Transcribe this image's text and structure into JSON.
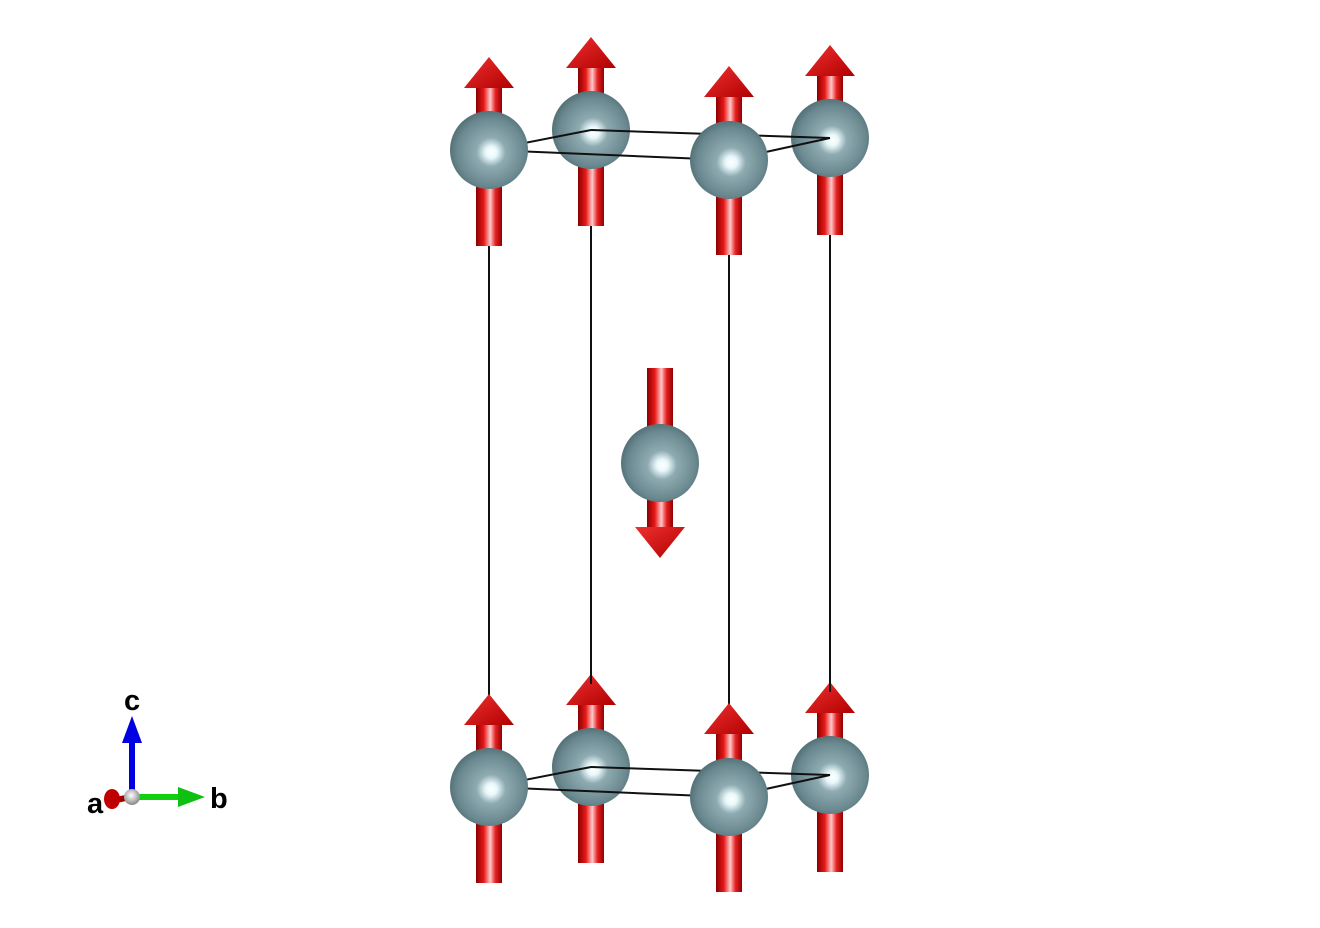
{
  "axes": {
    "a_label": "a",
    "b_label": "b",
    "c_label": "c"
  },
  "colors": {
    "atom": "#6f8f96",
    "spin_arrow": "#e01010",
    "cell_edge": "#111111",
    "axis_a": "#c00000",
    "axis_b": "#10d010",
    "axis_c": "#0000e0"
  },
  "structure": {
    "cell_atoms": 8,
    "body_center_atoms": 1,
    "spins": {
      "corner": "up",
      "body_center": "down"
    }
  }
}
